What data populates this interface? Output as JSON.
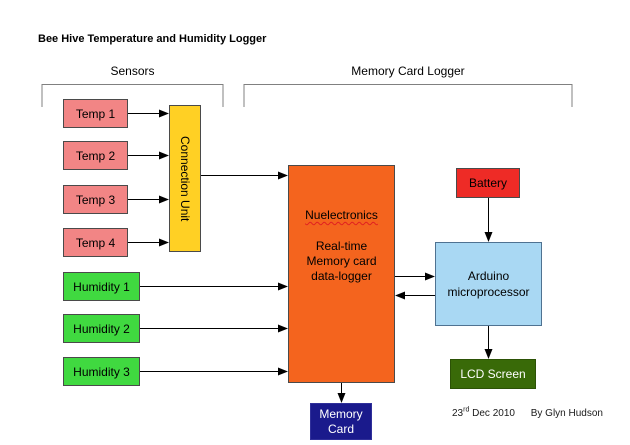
{
  "title": "Bee Hive Temperature and Humidity Logger",
  "groups": {
    "sensors": {
      "label": "Sensors"
    },
    "memory_card_logger": {
      "label": "Memory Card Logger"
    }
  },
  "nodes": {
    "temp1": {
      "label": "Temp 1",
      "color": "#f28585"
    },
    "temp2": {
      "label": "Temp 2",
      "color": "#f28585"
    },
    "temp3": {
      "label": "Temp 3",
      "color": "#f28585"
    },
    "temp4": {
      "label": "Temp 4",
      "color": "#f28585"
    },
    "connection_unit": {
      "label": "Connection Unit",
      "color": "#ffd024"
    },
    "humidity1": {
      "label": "Humidity 1",
      "color": "#40d940"
    },
    "humidity2": {
      "label": "Humidity 2",
      "color": "#40d940"
    },
    "humidity3": {
      "label": "Humidity 3",
      "color": "#40d940"
    },
    "datalogger": {
      "brand": "Nuelectronics",
      "line1": "Real-time",
      "line2": "Memory card",
      "line3": "data-logger",
      "color": "#f4641e"
    },
    "battery": {
      "label": "Battery",
      "color": "#ee2b26"
    },
    "arduino": {
      "line1": "Arduino",
      "line2": "microprocessor",
      "color": "#a9d8f3"
    },
    "lcd_screen": {
      "label": "LCD Screen",
      "color": "#396a08"
    },
    "memory_card": {
      "line1": "Memory",
      "line2": "Card",
      "color": "#1a1a8c"
    }
  },
  "edges": [
    {
      "from": "temp1",
      "to": "connection_unit"
    },
    {
      "from": "temp2",
      "to": "connection_unit"
    },
    {
      "from": "temp3",
      "to": "connection_unit"
    },
    {
      "from": "temp4",
      "to": "connection_unit"
    },
    {
      "from": "connection_unit",
      "to": "datalogger"
    },
    {
      "from": "humidity1",
      "to": "datalogger"
    },
    {
      "from": "humidity2",
      "to": "datalogger"
    },
    {
      "from": "humidity3",
      "to": "datalogger"
    },
    {
      "from": "datalogger",
      "to": "arduino"
    },
    {
      "from": "arduino",
      "to": "datalogger"
    },
    {
      "from": "battery",
      "to": "arduino"
    },
    {
      "from": "arduino",
      "to": "lcd_screen"
    },
    {
      "from": "datalogger",
      "to": "memory_card"
    }
  ],
  "footer": {
    "date_day": "23",
    "date_ordinal": "rd",
    "date_rest": " Dec 2010",
    "credit": "By Glyn Hudson"
  }
}
